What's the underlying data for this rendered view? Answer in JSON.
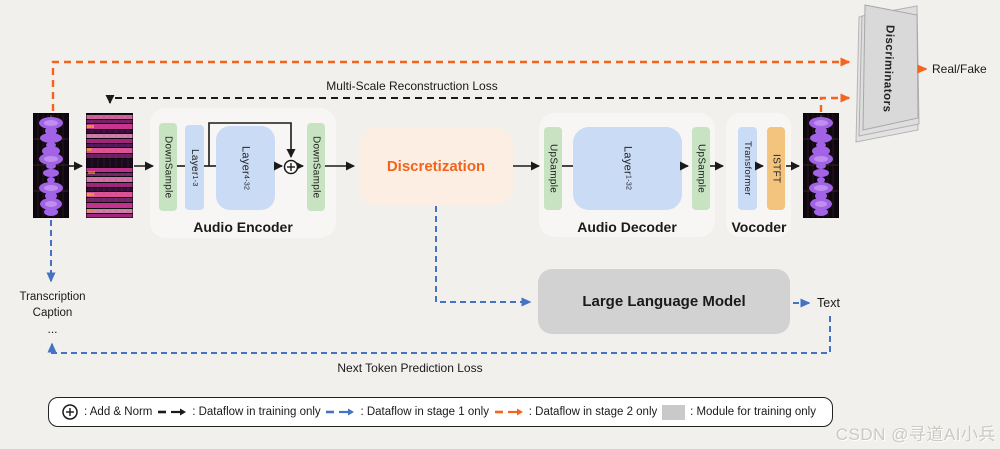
{
  "losses": {
    "multi_scale": "Multi-Scale Reconstruction Loss",
    "next_token": "Next Token Prediction Loss"
  },
  "outputs": {
    "real_fake": "Real/Fake",
    "text": "Text"
  },
  "text_inputs": {
    "line1": "Transcription",
    "line2": "Caption",
    "line3": "..."
  },
  "encoder": {
    "title": "Audio Encoder",
    "downsample1": "DownSample",
    "downsample2": "DownSample",
    "layer_front": {
      "base": "Layer",
      "sub": "1-3"
    },
    "layer_back": {
      "base": "Layer",
      "sub": "4-32"
    }
  },
  "discretization": {
    "label": "Discretization"
  },
  "decoder": {
    "title": "Audio Decoder",
    "upsample1": "UpSample",
    "upsample2": "UpSample",
    "layer": {
      "base": "Layer",
      "sub": "1-32"
    }
  },
  "vocoder": {
    "title": "Vocoder",
    "transformer": "Transformer",
    "istft": "ISTFT"
  },
  "llm": {
    "label": "Large Language Model"
  },
  "discriminators": {
    "label": "Discriminators"
  },
  "legend": {
    "add_norm": ": Add & Norm",
    "training_flow": ": Dataflow in training only",
    "stage1_flow": ": Dataflow in stage 1 only",
    "stage2_flow": ": Dataflow in stage 2 only",
    "training_module": ": Module for training only"
  },
  "watermark": "CSDN @寻道AI小兵",
  "colors": {
    "background": "#f1f0ed",
    "orange_flow": "#f4641e",
    "blue_flow": "#4472c4",
    "black_flow": "#1a1a1a",
    "green_box": "#c7e3c1",
    "blue_box": "#c9dbf5",
    "istft_box": "#f2c47e",
    "discretization_bg": "#fdeee4",
    "discretization_text": "#f26419",
    "container_bg": "#f7f6f4",
    "llm_bg": "#d2d2d2",
    "discriminator_bg": "#d9d9d9",
    "legend_module_swatch": "#c9c9c9"
  }
}
